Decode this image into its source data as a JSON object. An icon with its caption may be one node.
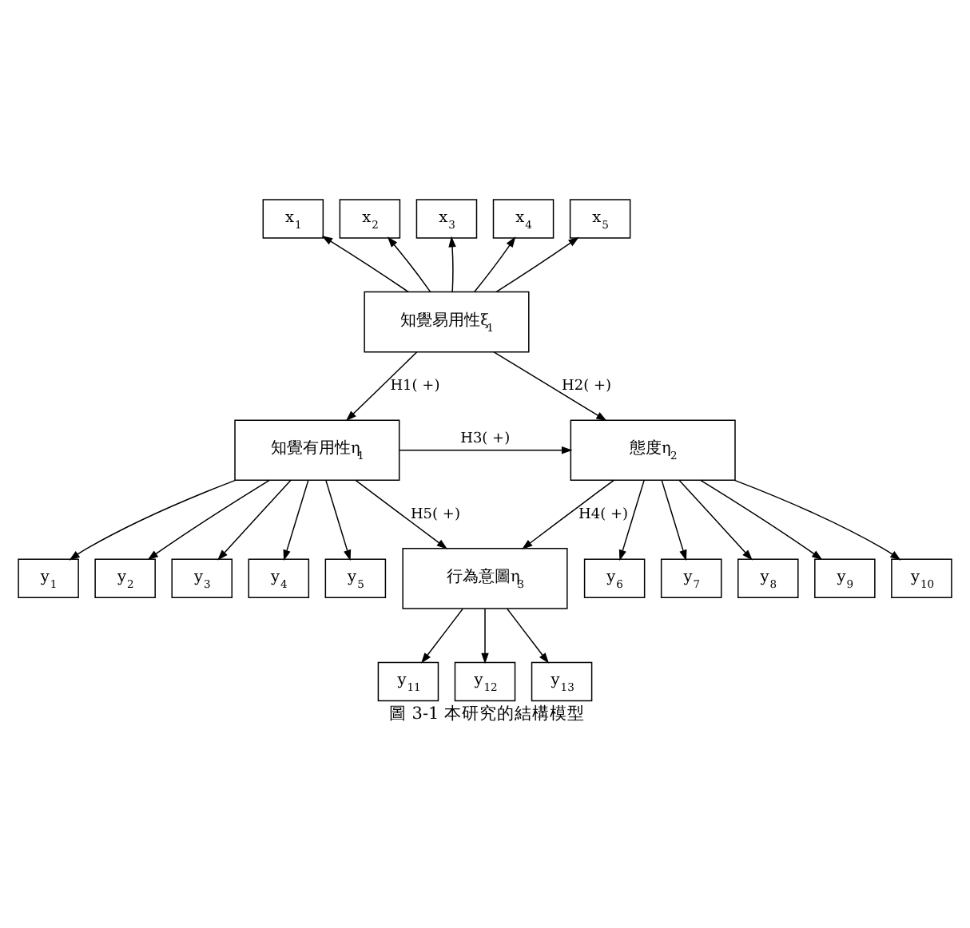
{
  "diagram": {
    "caption": "圖 3-1 本研究的結構模型",
    "nodes": [
      {
        "text": [
          "x$_{1}$"
        ]
      },
      {
        "text": [
          "x$_{2}$"
        ]
      },
      {
        "text": [
          "x$_{3}$"
        ]
      },
      {
        "text": [
          "x$_{4}$"
        ]
      },
      {
        "text": [
          "x$_{5}$"
        ]
      },
      {
        "text": [
          "知覺易用性ξ$_{1}$"
        ]
      },
      {
        "text": [
          "y$_{1}$"
        ]
      },
      {
        "text": [
          "y$_{2}$"
        ]
      },
      {
        "text": [
          "y$_{3}$"
        ]
      },
      {
        "text": [
          "y$_{4}$"
        ]
      },
      {
        "text": [
          "y$_{5}$"
        ]
      },
      {
        "text": [
          "知覺有用性η$_{1}$"
        ]
      },
      {
        "text": [
          "態度η$_{2}$"
        ]
      },
      {
        "text": [
          "y$_{6}$"
        ]
      },
      {
        "text": [
          "y$_{7}$"
        ]
      },
      {
        "text": [
          "y$_{8}$"
        ]
      },
      {
        "text": [
          "y$_{9}$"
        ]
      },
      {
        "text": [
          "y$_{10}$"
        ]
      },
      {
        "text": [
          "行為意圖η$_{3}$"
        ]
      },
      {
        "text": [
          "y$_{11}$"
        ]
      },
      {
        "text": [
          "y$_{12}$"
        ]
      },
      {
        "text": [
          "y$_{13}$"
        ]
      }
    ],
    "edges": [
      {
        "from": 5,
        "to": 0,
        "arrow": "to"
      },
      {
        "from": 5,
        "to": 1,
        "arrow": "to"
      },
      {
        "from": 5,
        "to": 2,
        "arrow": "to"
      },
      {
        "from": 5,
        "to": 3,
        "arrow": "to"
      },
      {
        "from": 5,
        "to": 4,
        "arrow": "to"
      },
      {
        "from": 5,
        "to": 11,
        "arrow": "to",
        "label": "H1( +)"
      },
      {
        "from": 5,
        "to": 12,
        "arrow": "to",
        "label": "H2( +)"
      },
      {
        "from": 11,
        "to": 12,
        "arrow": "to",
        "label": "H3( +)"
      },
      {
        "from": 12,
        "to": 18,
        "arrow": "to",
        "label": "H4( +)"
      },
      {
        "from": 11,
        "to": 18,
        "arrow": "to",
        "label": "H5( +)"
      },
      {
        "from": 11,
        "to": 6,
        "arrow": "to"
      },
      {
        "from": 11,
        "to": 7,
        "arrow": "to"
      },
      {
        "from": 11,
        "to": 8,
        "arrow": "to"
      },
      {
        "from": 11,
        "to": 9,
        "arrow": "to"
      },
      {
        "from": 11,
        "to": 10,
        "arrow": "to"
      },
      {
        "from": 12,
        "to": 13,
        "arrow": "to"
      },
      {
        "from": 12,
        "to": 14,
        "arrow": "to"
      },
      {
        "from": 12,
        "to": 15,
        "arrow": "to"
      },
      {
        "from": 12,
        "to": 16,
        "arrow": "to"
      },
      {
        "from": 12,
        "to": 17,
        "arrow": "to"
      },
      {
        "from": 18,
        "to": 19,
        "arrow": "to"
      },
      {
        "from": 18,
        "to": 20,
        "arrow": "to"
      },
      {
        "from": 18,
        "to": 21,
        "arrow": "to"
      }
    ]
  }
}
